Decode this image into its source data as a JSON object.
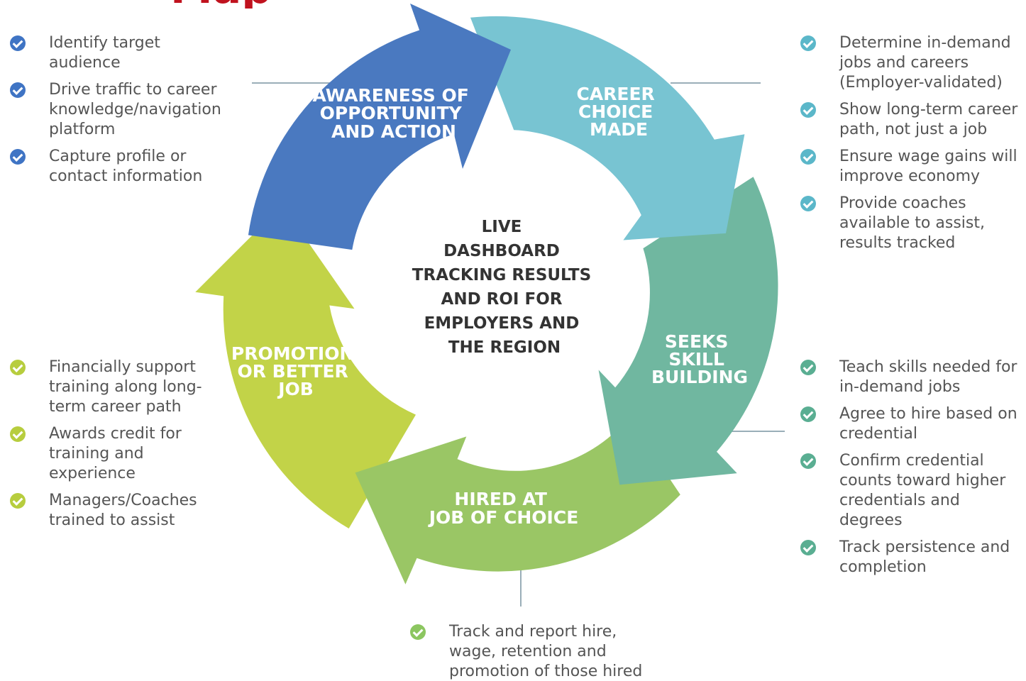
{
  "title_fragment": "Map",
  "colors": {
    "awareness": "#4a79c0",
    "career": "#78c4d2",
    "skill": "#70b7a0",
    "hired": "#9ac665",
    "promotion": "#c2d348",
    "check_blue": "#3f74c4",
    "check_teal": "#5bb7c9",
    "check_green_dark": "#5aae92",
    "check_green": "#8cc660",
    "check_lime": "#b7cd3e",
    "connector": "#9aaeb8"
  },
  "center": {
    "lines": [
      "LIVE",
      "DASHBOARD",
      "TRACKING RESULTS",
      "AND ROI FOR",
      "EMPLOYERS AND",
      "THE REGION"
    ]
  },
  "segments": {
    "awareness": {
      "lines": [
        "AWARENESS OF",
        "OPPORTUNITY",
        "AND ACTION"
      ]
    },
    "career": {
      "lines": [
        "CAREER",
        "CHOICE",
        "MADE"
      ]
    },
    "skill": {
      "lines": [
        "SEEKS",
        "SKILL",
        "BUILDING"
      ]
    },
    "hired": {
      "lines": [
        "HIRED AT",
        "JOB OF CHOICE"
      ]
    },
    "promotion": {
      "lines": [
        "PROMOTION",
        "OR BETTER",
        "JOB"
      ]
    }
  },
  "lists": {
    "awareness": [
      "Identify target audience",
      "Drive traffic to career knowledge/navigation platform",
      "Capture profile or contact information"
    ],
    "career": [
      "Determine in-demand jobs and careers (Employer-validated)",
      "Show long-term career path, not just a job",
      "Ensure wage gains will improve economy",
      "Provide coaches available to assist, results tracked"
    ],
    "skill": [
      "Teach skills needed for in-demand jobs",
      "Agree to hire based on credential",
      "Confirm credential counts toward higher credentials and degrees",
      "Track persistence and completion"
    ],
    "hired": [
      "Track and report hire, wage, retention and promotion of those hired"
    ],
    "promotion": [
      "Financially support training along long-term career path",
      "Awards credit for training and experience",
      "Managers/Coaches trained to assist"
    ]
  }
}
